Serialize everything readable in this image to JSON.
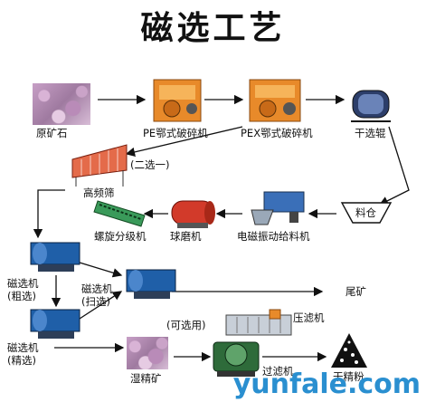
{
  "title": "磁选工艺",
  "labels": {
    "raw_ore": "原矿石",
    "pe_crusher": "PE鄂式破碎机",
    "pex_crusher": "PEX鄂式破碎机",
    "dry_roller": "干选辊",
    "second_select": "(二选一)",
    "hf_screen": "高频筛",
    "bin": "料仓",
    "spiral_classifier": "螺旋分级机",
    "ball_mill": "球磨机",
    "feeder": "电磁振动给料机",
    "mag_rough_1": "磁选机",
    "mag_rough_2": "(粗选)",
    "mag_scav_1": "磁选机",
    "mag_scav_2": "(扫选)",
    "tailings": "尾矿",
    "optional": "(可选用)",
    "filter_press": "压滤机",
    "mag_fine_1": "磁选机",
    "mag_fine_2": "(精选)",
    "wet_conc": "湿精矿",
    "filter": "过滤机",
    "dry_powder": "干精粉"
  },
  "watermark": "yunfale.com",
  "colors": {
    "accent_blue": "#2a8fd0",
    "machine_orange": "#e88a2a",
    "separator_blue": "#1f5fa8"
  }
}
